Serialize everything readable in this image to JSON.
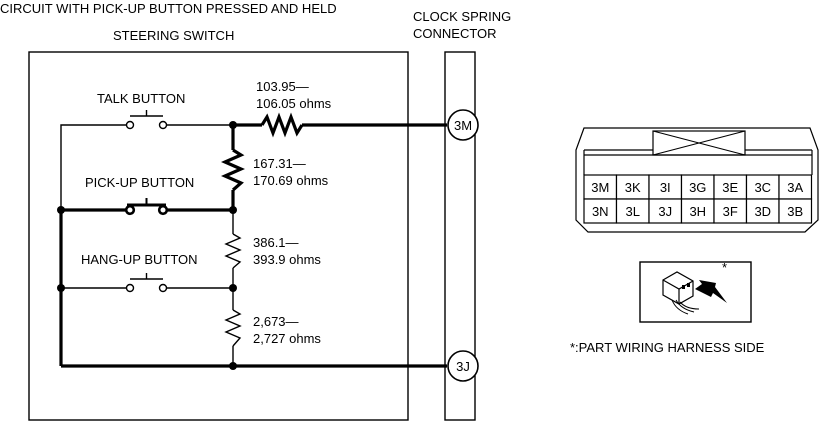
{
  "title": "CIRCUIT WITH PICK-UP BUTTON PRESSED AND HELD",
  "steering_switch_label": "STEERING SWITCH",
  "clock_spring": {
    "line1": "CLOCK SPRING",
    "line2": "CONNECTOR"
  },
  "buttons": {
    "talk": "TALK BUTTON",
    "pickup": "PICK-UP BUTTON",
    "hangup": "HANG-UP BUTTON"
  },
  "resistors": {
    "r1": {
      "line1": "103.95—",
      "line2": "106.05 ohms"
    },
    "r2": {
      "line1": "167.31—",
      "line2": "170.69 ohms"
    },
    "r3": {
      "line1": "386.1—",
      "line2": "393.9 ohms"
    },
    "r4": {
      "line1": "2,673—",
      "line2": "2,727 ohms"
    }
  },
  "pins": {
    "top": "3M",
    "bottom": "3J"
  },
  "connector": {
    "row1": [
      "3M",
      "3K",
      "3I",
      "3G",
      "3E",
      "3C",
      "3A"
    ],
    "row2": [
      "3N",
      "3L",
      "3J",
      "3H",
      "3F",
      "3D",
      "3B"
    ]
  },
  "harness_note": "*:PART WIRING HARNESS SIDE",
  "harness_asterisk": "*"
}
